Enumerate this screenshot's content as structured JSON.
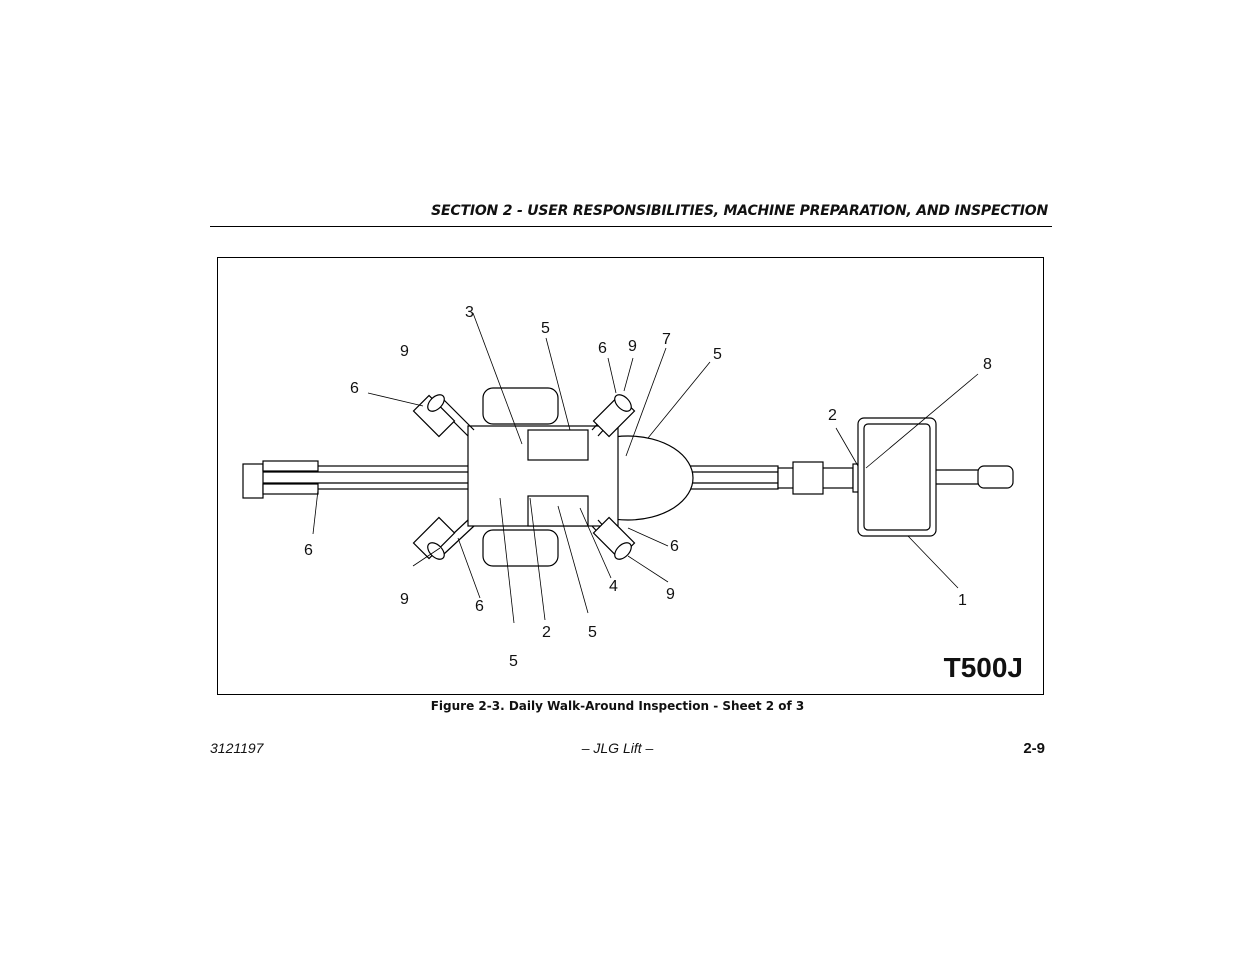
{
  "header": {
    "section_title": "SECTION 2 - USER RESPONSIBILITIES, MACHINE PREPARATION, AND INSPECTION"
  },
  "figure": {
    "model": "T500J",
    "caption": "Figure 2-3. Daily Walk-Around Inspection - Sheet 2 of 3",
    "callouts": [
      "3",
      "5",
      "9",
      "6",
      "6",
      "9",
      "7",
      "5",
      "8",
      "2",
      "6",
      "6",
      "9",
      "6",
      "4",
      "9",
      "1",
      "2",
      "5",
      "5"
    ]
  },
  "footer": {
    "doc_number": "3121197",
    "center": "– JLG Lift –",
    "page": "2-9"
  }
}
